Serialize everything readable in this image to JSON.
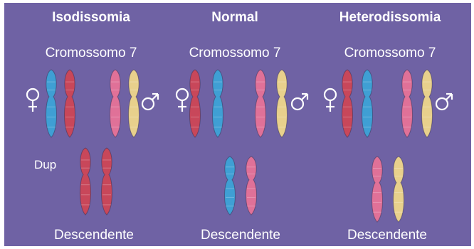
{
  "panels": [
    {
      "title": "Isodissomia",
      "subtitle": "Cromossomo 7",
      "note": "Dup",
      "offspring": "Descendente",
      "parents": [
        "blue",
        "red",
        "pink",
        "yellow"
      ],
      "child": [
        "red",
        "red"
      ]
    },
    {
      "title": "Normal",
      "subtitle": "Cromossomo 7",
      "offspring": "Descendente",
      "parents": [
        "red",
        "blue",
        "pink",
        "yellow"
      ],
      "child": [
        "blue",
        "pink"
      ]
    },
    {
      "title": "Heterodissomia",
      "subtitle": "Cromossomo 7",
      "offspring": "Descendente",
      "parents": [
        "red",
        "blue",
        "pink",
        "yellow"
      ],
      "child": [
        "pink",
        "yellow"
      ]
    }
  ],
  "symbols": {
    "female": "♀",
    "male": "♂"
  },
  "colors": {
    "background": "#6f62a4",
    "blue": "#3f9fd4",
    "red": "#c8475a",
    "pink": "#e07198",
    "yellow": "#e8d08c"
  }
}
